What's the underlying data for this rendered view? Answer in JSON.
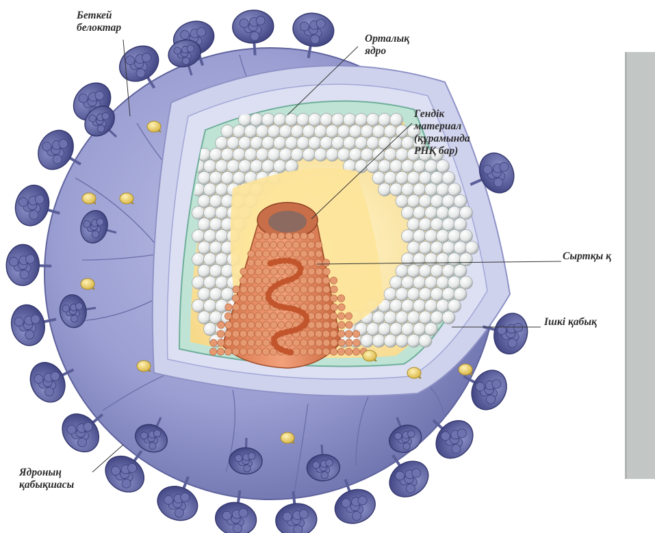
{
  "labels": {
    "surface_proteins": [
      "Беткей",
      "белоктар"
    ],
    "central_core": [
      "Орталық",
      "ядро"
    ],
    "genetic_material": [
      "Гендік",
      "материал",
      "(құрамында",
      "РНҚ бар)"
    ],
    "outer_envelope": "Сыртқы қ",
    "inner_envelope": "Ішкі қабық",
    "nuclear_capsule": [
      "Ядроның",
      "қабықшасы"
    ]
  },
  "colors": {
    "envelope": "#8b8fc4",
    "spike": "#5d6099",
    "inner_layer": "#cdd0ea",
    "core_shell": "#b6dfd2",
    "capsomere": "#f2f2f2",
    "matrix": "#fde9a4",
    "genome": "#e2865e",
    "side_panel": "#c2c7c6"
  },
  "icons": [
    "virus-spike",
    "knob-protein"
  ]
}
